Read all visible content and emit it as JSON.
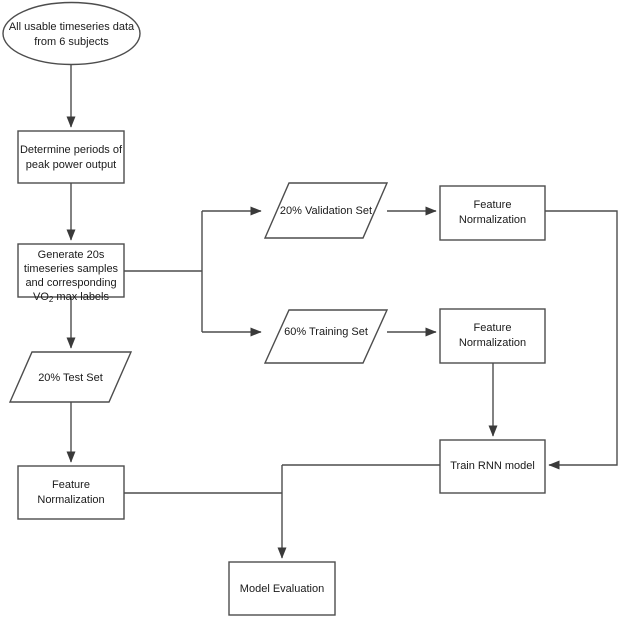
{
  "diagram": {
    "title": "Machine learning pipeline flowchart",
    "background_color": "#ffffff",
    "stroke_color": "#4d4d4d",
    "text_color": "#1a1a1a"
  },
  "nodes": {
    "data_source": {
      "shape": "ellipse",
      "line1": "All usable timeseries data",
      "line2": "from 6 subjects"
    },
    "determine_peak": {
      "shape": "rectangle",
      "line1": "Determine periods of",
      "line2": "peak power output"
    },
    "generate_samples": {
      "shape": "rectangle",
      "line1": "Generate 20s",
      "line2": "timeseries samples",
      "line3": "and corresponding",
      "line4_pre": "VO",
      "line4_sub": "2",
      "line4_post": " max labels"
    },
    "test_set": {
      "shape": "parallelogram",
      "label": "20% Test Set"
    },
    "validation_set": {
      "shape": "parallelogram",
      "label": "20% Validation Set"
    },
    "training_set": {
      "shape": "parallelogram",
      "label": "60% Training Set"
    },
    "feature_norm_validation": {
      "shape": "rectangle",
      "line1": "Feature",
      "line2": "Normalization"
    },
    "feature_norm_training": {
      "shape": "rectangle",
      "line1": "Feature",
      "line2": "Normalization"
    },
    "feature_norm_test": {
      "shape": "rectangle",
      "line1": "Feature",
      "line2": "Normalization"
    },
    "train_rnn": {
      "shape": "rectangle",
      "label": "Train RNN model"
    },
    "model_evaluation": {
      "shape": "rectangle",
      "label": "Model Evaluation"
    }
  }
}
